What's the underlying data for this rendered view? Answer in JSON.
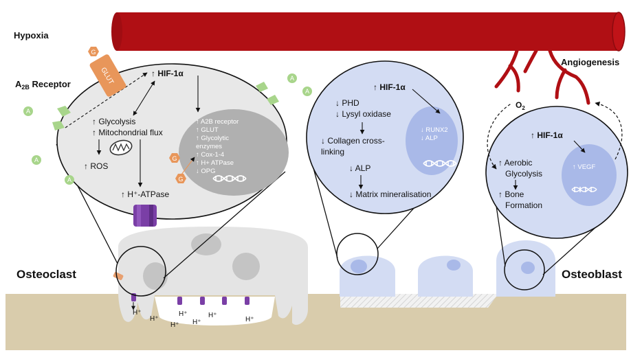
{
  "labels": {
    "hypoxia": "Hypoxia",
    "a2b_prefix": "A",
    "a2b_sub": "2B",
    "a2b_suffix": " Receptor",
    "angiogenesis": "Angiogenesis",
    "o2_main": "O",
    "o2_sub": "2",
    "osteoclast": "Osteoclast",
    "osteoblast": "Osteoblast",
    "glut": "GLUT",
    "adenosine_symbol": "A",
    "glucose_symbol": "G",
    "proton": "H⁺"
  },
  "osteoclast_panel": {
    "hif": "↑ HIF-1α",
    "glycolysis": "↑ Glycolysis",
    "mito_flux": "↑ Mitochondrial flux",
    "ros": "↑ ROS",
    "h_atpase": "↑ H⁺-ATPase",
    "nucleus_lines": [
      "↑ A2B receptor",
      "↑ GLUT",
      "↑ Glycolytic",
      "enzymes",
      "↑ Cox-1-4",
      "↑ H+ ATPase",
      "↓ OPG"
    ]
  },
  "middle_panel": {
    "hif": "↑ HIF-1α",
    "phd": "↓ PHD",
    "lysyl": "↓ Lysyl oxidase",
    "collagen_1": "↓ Collagen cross-",
    "collagen_2": "linking",
    "alp": "↓ ALP",
    "mineral": "↓ Matrix mineralisation",
    "nucleus_lines": [
      "↓ RUNX2",
      "↓ ALP"
    ]
  },
  "osteoblast_panel": {
    "hif": "↑ HIF-1α",
    "aerobic_1": "↑ Aerobic",
    "aerobic_2": "Glycolysis",
    "bone_1": "↑ Bone",
    "bone_2": "Formation",
    "nucleus_lines": [
      "↑ VEGF"
    ]
  },
  "colors": {
    "vessel": "#b00f14",
    "cell_gray": "#e4e4e4",
    "zoom_fill": "#e8e8e8",
    "nucleus_gray": "#b0b0b0",
    "blue_fill": "#d3dcf3",
    "blue_nucleus": "#a9b9e8",
    "bone": "#d9ccac",
    "purple": "#7a3fa6",
    "adenosine": "#a8d58b",
    "glucose": "#e8965a"
  }
}
